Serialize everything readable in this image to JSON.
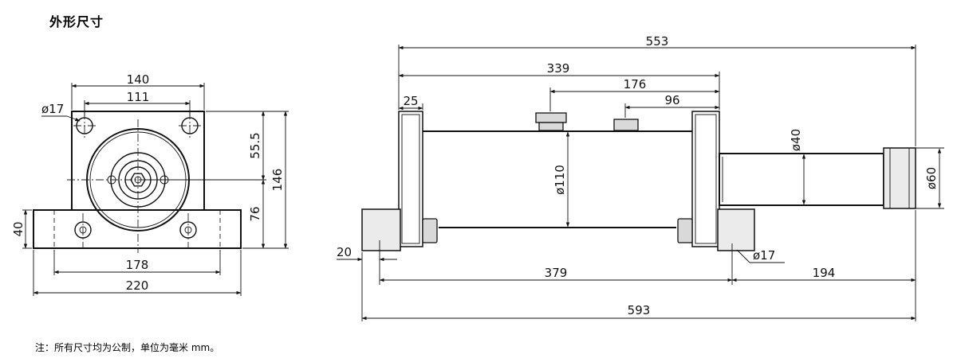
{
  "title": "外形尺寸",
  "note": "注：所有尺寸均为公制，单位为毫米 mm。",
  "dimensions": {
    "front_width_140": "140",
    "front_bolt_111": "111",
    "front_hole": "ø17",
    "front_h_55": "55.5",
    "front_h_76": "76",
    "front_h_146": "146",
    "front_base_40": "40",
    "front_base_178": "178",
    "front_base_220": "220",
    "side_total_553": "553",
    "side_339": "339",
    "side_176": "176",
    "side_96": "96",
    "side_25": "25",
    "side_dia110": "ø110",
    "side_dia40": "ø40",
    "side_dia60": "ø60",
    "side_20": "20",
    "side_hole": "ø17",
    "side_379": "379",
    "side_194": "194",
    "side_593": "593"
  }
}
